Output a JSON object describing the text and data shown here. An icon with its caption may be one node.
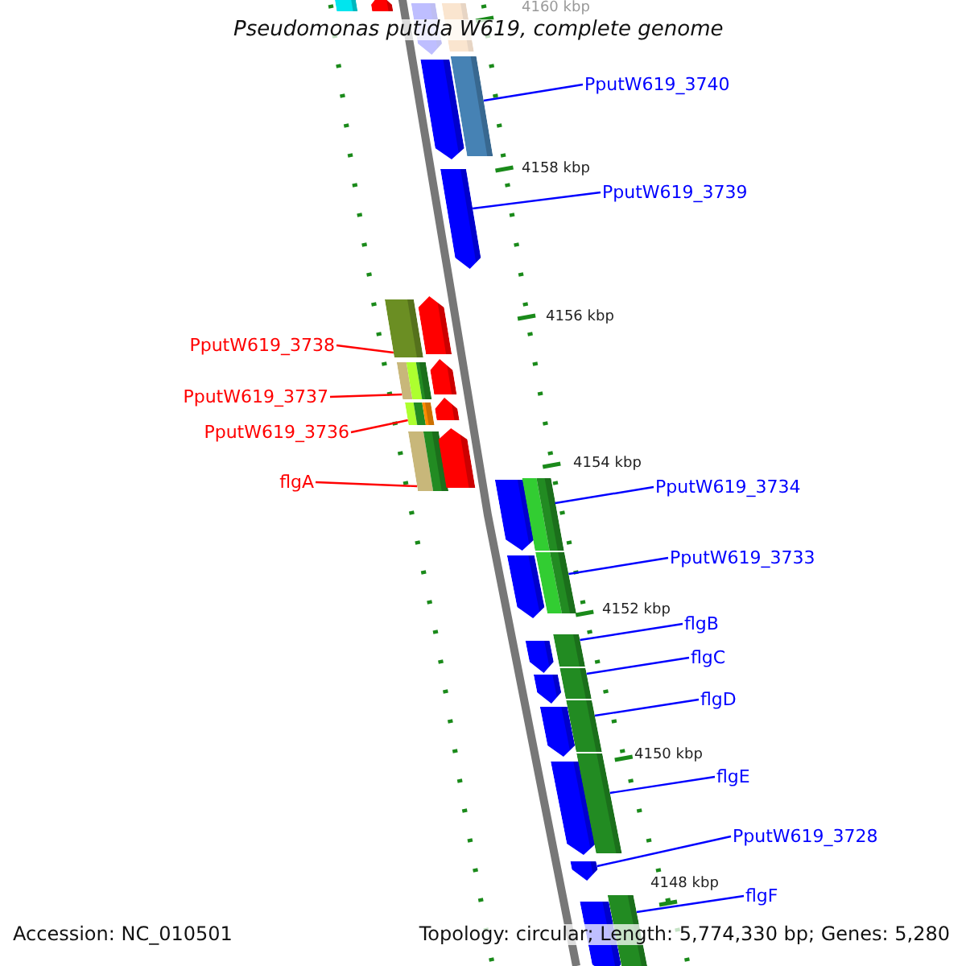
{
  "diagram": {
    "title": "Pseudomonas putida W619, complete genome",
    "nodes": [
      {
        "text": [],
        "shape": "box"
      },
      {
        "text": [],
        "shape": "arrow"
      },
      {
        "text": [],
        "shape": "arrow"
      },
      {
        "text": [],
        "shape": "box"
      },
      {
        "text": [],
        "shape": "arrow"
      },
      {
        "text": [],
        "shape": "box"
      },
      {
        "text": [
          "PputW619_3740"
        ]
      },
      {
        "text": [],
        "shape": "arrow"
      },
      {
        "text": [
          "PputW619_3739"
        ]
      },
      {
        "text": [],
        "shape": "box"
      },
      {
        "text": [],
        "shape": "arrow"
      },
      {
        "text": [
          "PputW619_3738"
        ]
      },
      {
        "text": [],
        "shape": "box"
      },
      {
        "text": [],
        "shape": "arrow"
      },
      {
        "text": [
          "PputW619_3737"
        ]
      },
      {
        "text": [],
        "shape": "box"
      },
      {
        "text": [],
        "shape": "arrow"
      },
      {
        "text": [
          "PputW619_3736"
        ]
      },
      {
        "text": [],
        "shape": "box"
      },
      {
        "text": [],
        "shape": "arrow"
      },
      {
        "text": [
          "flgA"
        ]
      },
      {
        "text": [],
        "shape": "arrow"
      },
      {
        "text": [],
        "shape": "box"
      },
      {
        "text": [
          "PputW619_3734"
        ]
      },
      {
        "text": [],
        "shape": "arrow"
      },
      {
        "text": [],
        "shape": "box"
      },
      {
        "text": [
          "PputW619_3733"
        ]
      },
      {
        "text": [],
        "shape": "arrow"
      },
      {
        "text": [],
        "shape": "box"
      },
      {
        "text": [
          "flgB"
        ]
      },
      {
        "text": [],
        "shape": "arrow"
      },
      {
        "text": [],
        "shape": "box"
      },
      {
        "text": [
          "flgC"
        ]
      },
      {
        "text": [],
        "shape": "arrow"
      },
      {
        "text": [],
        "shape": "box"
      },
      {
        "text": [
          "flgD"
        ]
      },
      {
        "text": [],
        "shape": "arrow"
      },
      {
        "text": [],
        "shape": "box"
      },
      {
        "text": [
          "flgE"
        ]
      },
      {
        "text": [],
        "shape": "arrow"
      },
      {
        "text": [
          "PputW619_3728"
        ]
      },
      {
        "text": [],
        "shape": "arrow"
      },
      {
        "text": [],
        "shape": "box"
      },
      {
        "text": [
          "flgF"
        ]
      }
    ],
    "edges": [
      {
        "from": 6,
        "to": 5,
        "arrow": "none"
      },
      {
        "from": 8,
        "to": 7,
        "arrow": "none"
      },
      {
        "from": 11,
        "to": 9,
        "arrow": "none",
        "color": "#ff0000"
      },
      {
        "from": 14,
        "to": 12,
        "arrow": "none",
        "color": "#ff0000"
      },
      {
        "from": 17,
        "to": 15,
        "arrow": "none",
        "color": "#ff0000"
      },
      {
        "from": 20,
        "to": 18,
        "arrow": "none",
        "color": "#ff0000"
      },
      {
        "from": 23,
        "to": 22,
        "arrow": "none"
      },
      {
        "from": 26,
        "to": 25,
        "arrow": "none"
      },
      {
        "from": 29,
        "to": 28,
        "arrow": "none"
      },
      {
        "from": 32,
        "to": 31,
        "arrow": "none"
      },
      {
        "from": 35,
        "to": 34,
        "arrow": "none"
      },
      {
        "from": 38,
        "to": 37,
        "arrow": "none"
      },
      {
        "from": 40,
        "to": 39,
        "arrow": "none"
      },
      {
        "from": 43,
        "to": 42,
        "arrow": "none"
      }
    ],
    "labels": [
      "4160 kbp",
      "4158 kbp",
      "4156 kbp",
      "4154 kbp",
      "4152 kbp",
      "4150 kbp",
      "4148 kbp",
      "Accession: NC_010501",
      "Topology: circular; Length: 5,774,330 bp; Genes: 5,280"
    ]
  }
}
